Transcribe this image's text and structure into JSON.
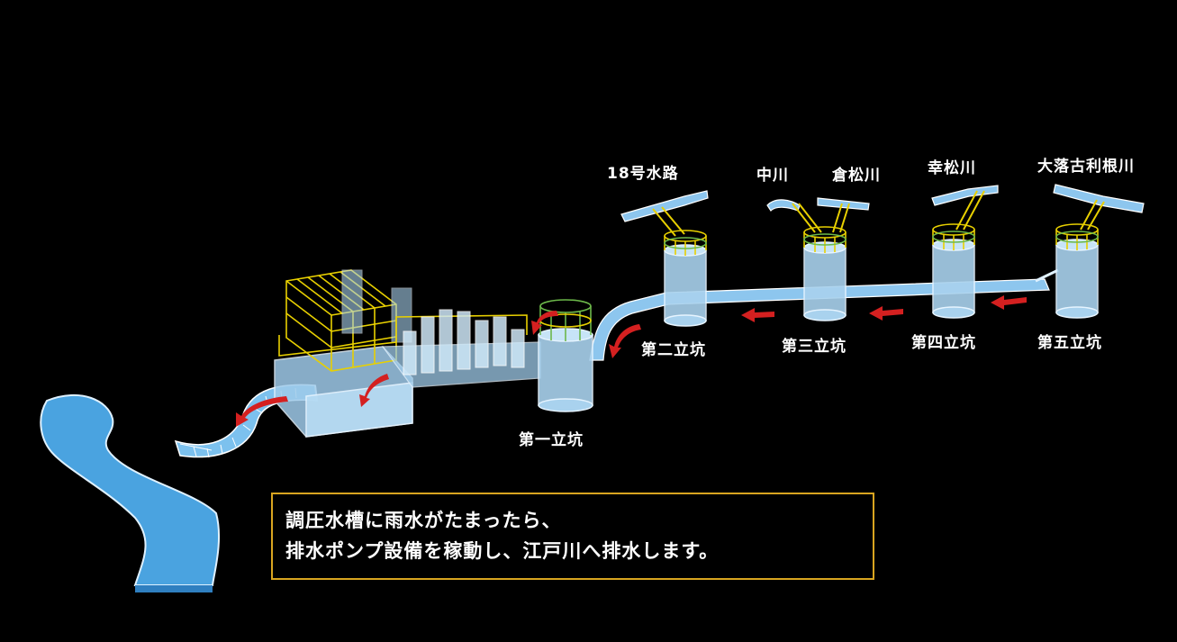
{
  "diagram": {
    "colors": {
      "background": "#000000",
      "structure_fill": "#a9d2ee",
      "structure_edge": "#e6f4ff",
      "river": "#4aa3e0",
      "grid_yellow": "#e8d000",
      "grid_green": "#6cb84a",
      "flow_arrow": "#d42020",
      "caption_border": "#d9a520",
      "text": "#ffffff"
    },
    "rivers": {
      "r1": "18号水路",
      "r2": "中川",
      "r3": "倉松川",
      "r4": "幸松川",
      "r5": "大落古利根川"
    },
    "shafts": {
      "s1": "第一立坑",
      "s2": "第二立坑",
      "s3": "第三立坑",
      "s4": "第四立坑",
      "s5": "第五立坑"
    },
    "caption": {
      "line1": "調圧水槽に雨水がたまったら、",
      "line2": "排水ポンプ設備を稼動し、江戸川へ排水します。"
    }
  }
}
